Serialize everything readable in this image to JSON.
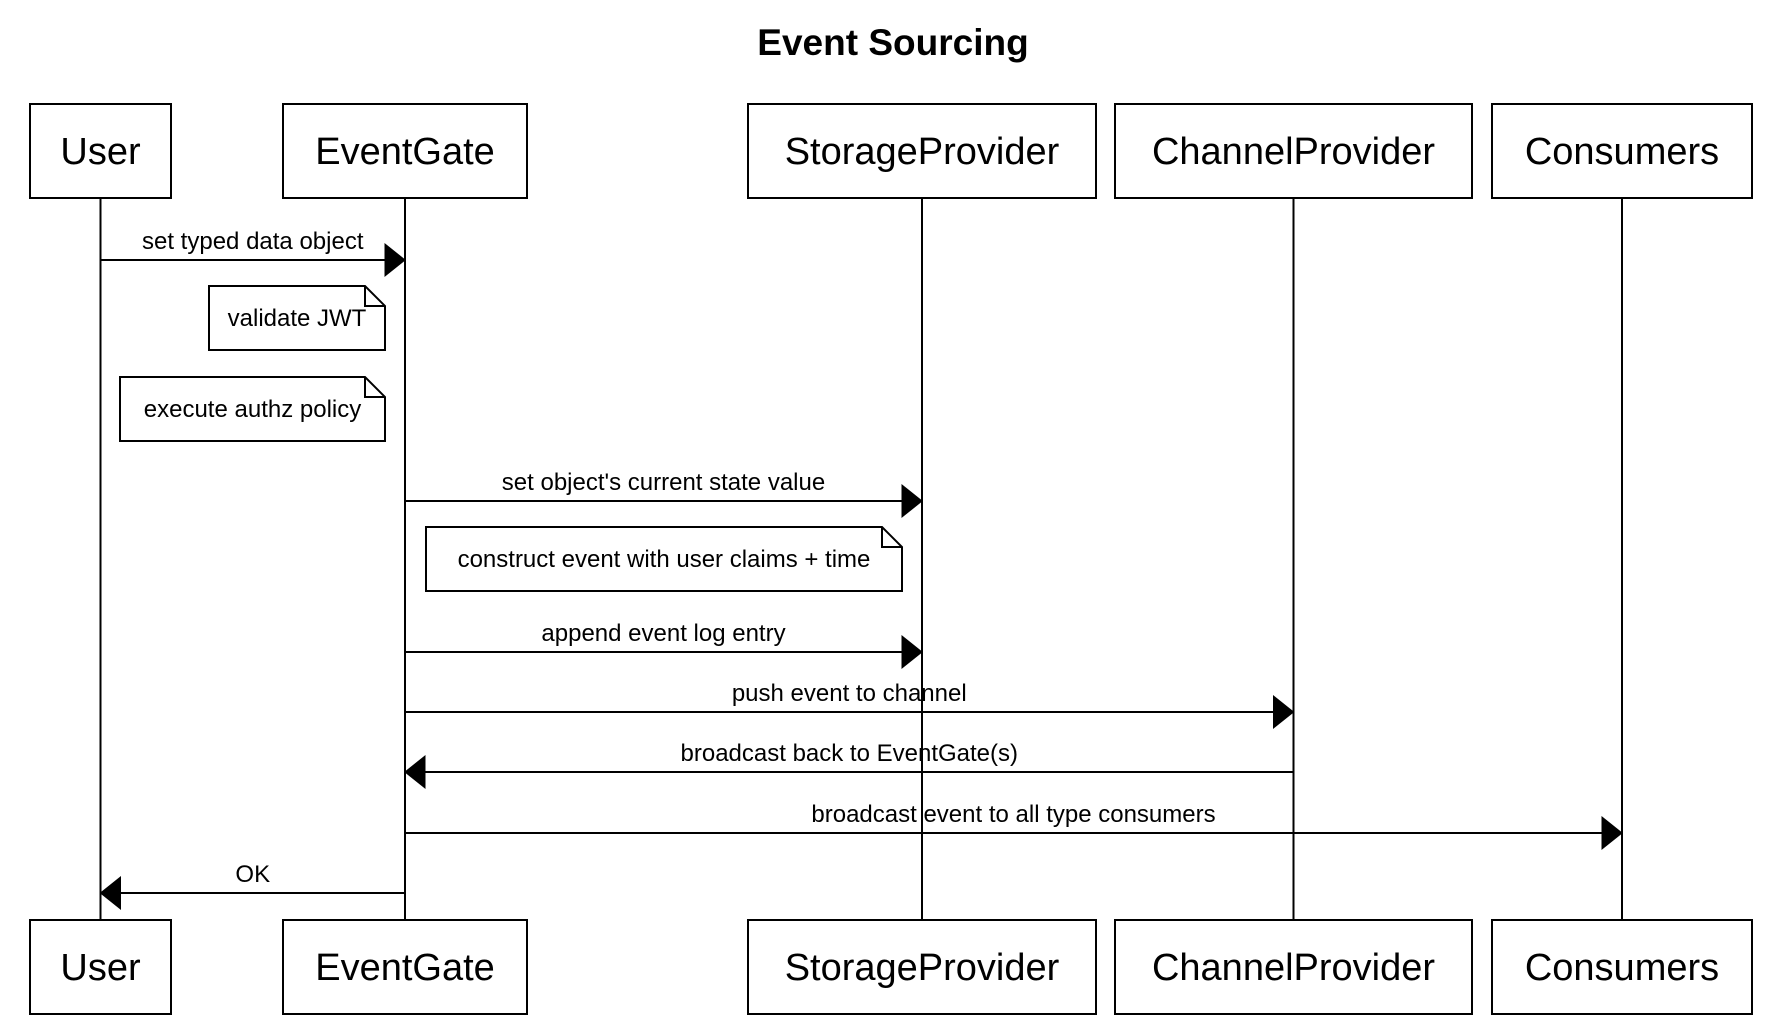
{
  "title": "Event Sourcing",
  "colors": {
    "line": "#000000",
    "box_fill": "#ffffff",
    "text": "#000000"
  },
  "participants": [
    {
      "id": "user",
      "label": "User"
    },
    {
      "id": "eventgate",
      "label": "EventGate"
    },
    {
      "id": "storage",
      "label": "StorageProvider"
    },
    {
      "id": "channel",
      "label": "ChannelProvider"
    },
    {
      "id": "consumers",
      "label": "Consumers"
    }
  ],
  "steps": [
    {
      "type": "message",
      "from": "user",
      "to": "eventgate",
      "label": "set typed data object"
    },
    {
      "type": "note",
      "over": "eventgate",
      "label": "validate JWT"
    },
    {
      "type": "note",
      "over": "eventgate",
      "label": "execute authz policy"
    },
    {
      "type": "message",
      "from": "eventgate",
      "to": "storage",
      "label": "set object's current state value"
    },
    {
      "type": "note",
      "over": "storage",
      "label": "construct event with user claims + time"
    },
    {
      "type": "message",
      "from": "eventgate",
      "to": "storage",
      "label": "append event log entry"
    },
    {
      "type": "message",
      "from": "eventgate",
      "to": "channel",
      "label": "push event to channel"
    },
    {
      "type": "message",
      "from": "channel",
      "to": "eventgate",
      "label": "broadcast back to EventGate(s)"
    },
    {
      "type": "message",
      "from": "eventgate",
      "to": "consumers",
      "label": "broadcast event to all type consumers"
    },
    {
      "type": "message",
      "from": "eventgate",
      "to": "user",
      "label": "OK"
    }
  ]
}
